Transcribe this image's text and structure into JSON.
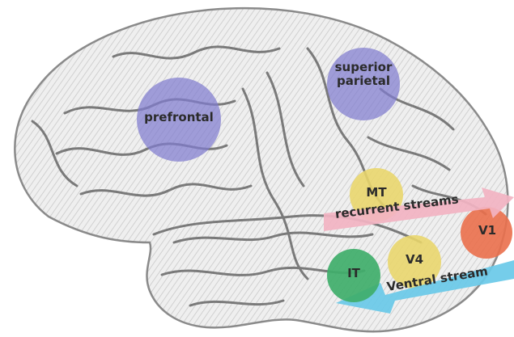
{
  "regions": {
    "prefrontal": {
      "label": "prefrontal",
      "color": "#7f7ccf"
    },
    "superior_parietal": {
      "label_line1": "superior",
      "label_line2": "parietal",
      "color": "#7f7ccf"
    },
    "mt": {
      "label": "MT",
      "color": "#e9d66a"
    },
    "v4": {
      "label": "V4",
      "color": "#e9d66a"
    },
    "v1": {
      "label": "V1",
      "color": "#ea6f4b"
    },
    "it": {
      "label": "IT",
      "color": "#3fae6a"
    }
  },
  "streams": {
    "recurrent": {
      "label": "recurrent streams",
      "color": "#f2b3c2"
    },
    "ventral": {
      "label": "Ventral stream",
      "color": "#69c9e8"
    }
  }
}
